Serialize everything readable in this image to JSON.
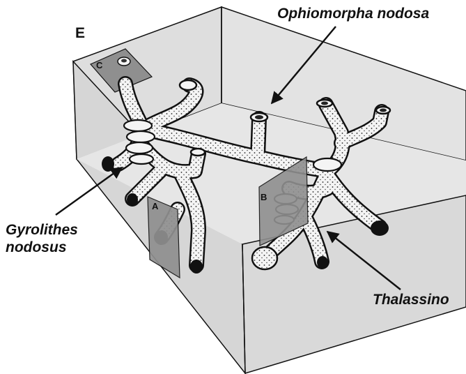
{
  "panel_letter": "E",
  "labels": {
    "ophiomorpha": "Ophiomorpha nodosa",
    "gyrolithes_line1": "Gyrolithes",
    "gyrolithes_line2": "nodosus",
    "thalassinoides": "Thalassino"
  },
  "plates": {
    "a": "A",
    "b": "B",
    "c": "C"
  },
  "colors": {
    "box_fill": "#dcdcdc",
    "plate_fill": "#8f8f8f",
    "burrow_fill": "#f4f4f4",
    "ink": "#111111"
  }
}
